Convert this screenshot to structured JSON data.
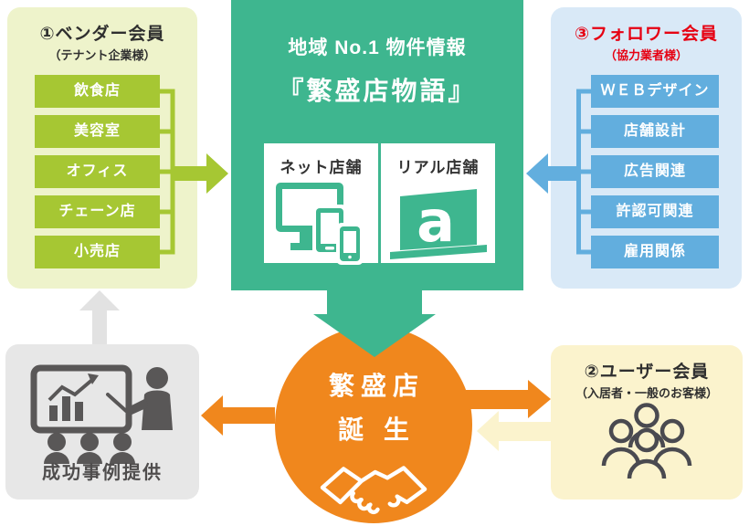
{
  "vendor_panel": {
    "title": "①ベンダー会員",
    "subtitle": "（テナント企業様）",
    "items": [
      "飲食店",
      "美容室",
      "オフィス",
      "チェーン店",
      "小売店"
    ]
  },
  "center_panel": {
    "heading": "地域 No.1 物件情報",
    "title": "『繁盛店物語』",
    "stores": [
      {
        "label": "ネット店舗",
        "icon": "devices-icon"
      },
      {
        "label": "リアル店舗",
        "icon": "store-box-icon",
        "logo_letter": "a"
      }
    ]
  },
  "follower_panel": {
    "title": "③フォロワー会員",
    "subtitle": "（協力業者様）",
    "items": [
      "ＷＥＢデザイン",
      "店舗設計",
      "広告関連",
      "許認可関連",
      "雇用関係"
    ]
  },
  "center_circle": {
    "line1": "繁盛店",
    "line2": "誕 生",
    "icon": "handshake-icon"
  },
  "success_panel": {
    "label": "成功事例提供",
    "icon": "presentation-icon"
  },
  "user_panel": {
    "title": "②ユーザー会員",
    "subtitle": "（入居者・一般のお客様）",
    "icon": "people-group-icon"
  },
  "connectors": {
    "vendor_to_center": {
      "direction": "right",
      "color": "#a6c733"
    },
    "follower_to_center": {
      "direction": "left",
      "color": "#62aede"
    },
    "center_to_circle": {
      "direction": "down",
      "color": "#3eb68f"
    },
    "circle_to_success": {
      "direction": "left",
      "color": "#f0871d"
    },
    "circle_to_user": {
      "direction": "right",
      "color": "#f0871d"
    },
    "user_to_circle": {
      "direction": "left",
      "color": "#fbf3cd"
    },
    "success_to_vendor": {
      "direction": "up",
      "color": "#e2e2e2"
    }
  },
  "colors": {
    "vendor_bg": "#eef3cb",
    "vendor_box": "#a6c733",
    "center_bg": "#3eb68f",
    "follower_bg": "#d9e9f7",
    "follower_box": "#62aede",
    "follower_title": "#e60012",
    "circle": "#f0871d",
    "user_bg": "#fbf3cd",
    "success_bg": "#e7e7e7",
    "icon_gray": "#595757",
    "text_dark": "#2f2f2f"
  }
}
